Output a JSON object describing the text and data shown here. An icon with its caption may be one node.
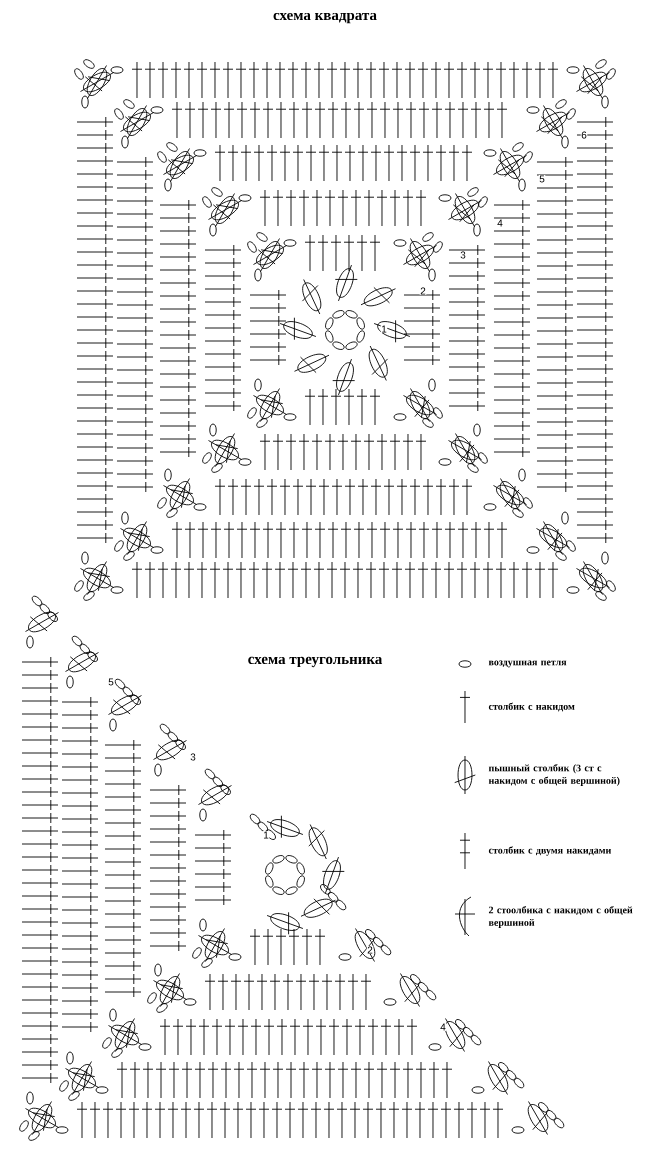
{
  "diagram": {
    "title": "схема квадрата",
    "labels": [
      "1",
      "2",
      "3",
      "4",
      "5",
      "6",
      "схема треугольника",
      "5",
      "3",
      "1",
      "2",
      "4"
    ],
    "legend": [
      {
        "text": "воздушная петля"
      },
      {
        "text": "столбик с накидом"
      },
      {
        "text": "пышный столбик (3 ст с накидом с общей вершиной)"
      },
      {
        "text": "столбик с двумя накидами"
      },
      {
        "text": "2 стоолбика с накидом с общей вершиной"
      }
    ]
  }
}
